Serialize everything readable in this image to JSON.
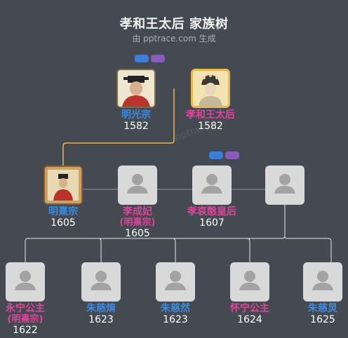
{
  "header": {
    "title": "孝和王太后 家族树",
    "subtitle": "由 pptrace.com 生成"
  },
  "watermark": "pptrace",
  "icons": {
    "default_avatar": "person-silhouette-icon",
    "toggle": "expand-collapse-toggle"
  },
  "colors": {
    "background": "#454a52",
    "male": "#3b8be0",
    "female": "#e0449a",
    "spouse_line": "#e6b84d",
    "child_line": "#c8c8c8"
  },
  "people": {
    "minguangzong": {
      "name": "明光宗",
      "year": "1582"
    },
    "xiaohe": {
      "name": "孝和王太后",
      "year": "1582"
    },
    "mingxizong": {
      "name": "明熹宗",
      "year": "1605"
    },
    "lichengfei": {
      "name": "李成妃",
      "sub": "(明熹宗)",
      "year": "1605"
    },
    "xiaoai": {
      "name": "孝哀慤皇后",
      "year": "1607"
    },
    "unknown_spouse": {
      "name": "",
      "year": ""
    },
    "yongning": {
      "name": "永宁公主",
      "sub": "(明熹宗)",
      "year": "1622"
    },
    "ciyu": {
      "name": "朱慈焴",
      "year": "1623"
    },
    "ciran": {
      "name": "朱慈然",
      "year": "1623"
    },
    "huaining": {
      "name": "怀宁公主",
      "year": "1624"
    },
    "cijiong": {
      "name": "朱慈炅",
      "year": "1625"
    }
  }
}
